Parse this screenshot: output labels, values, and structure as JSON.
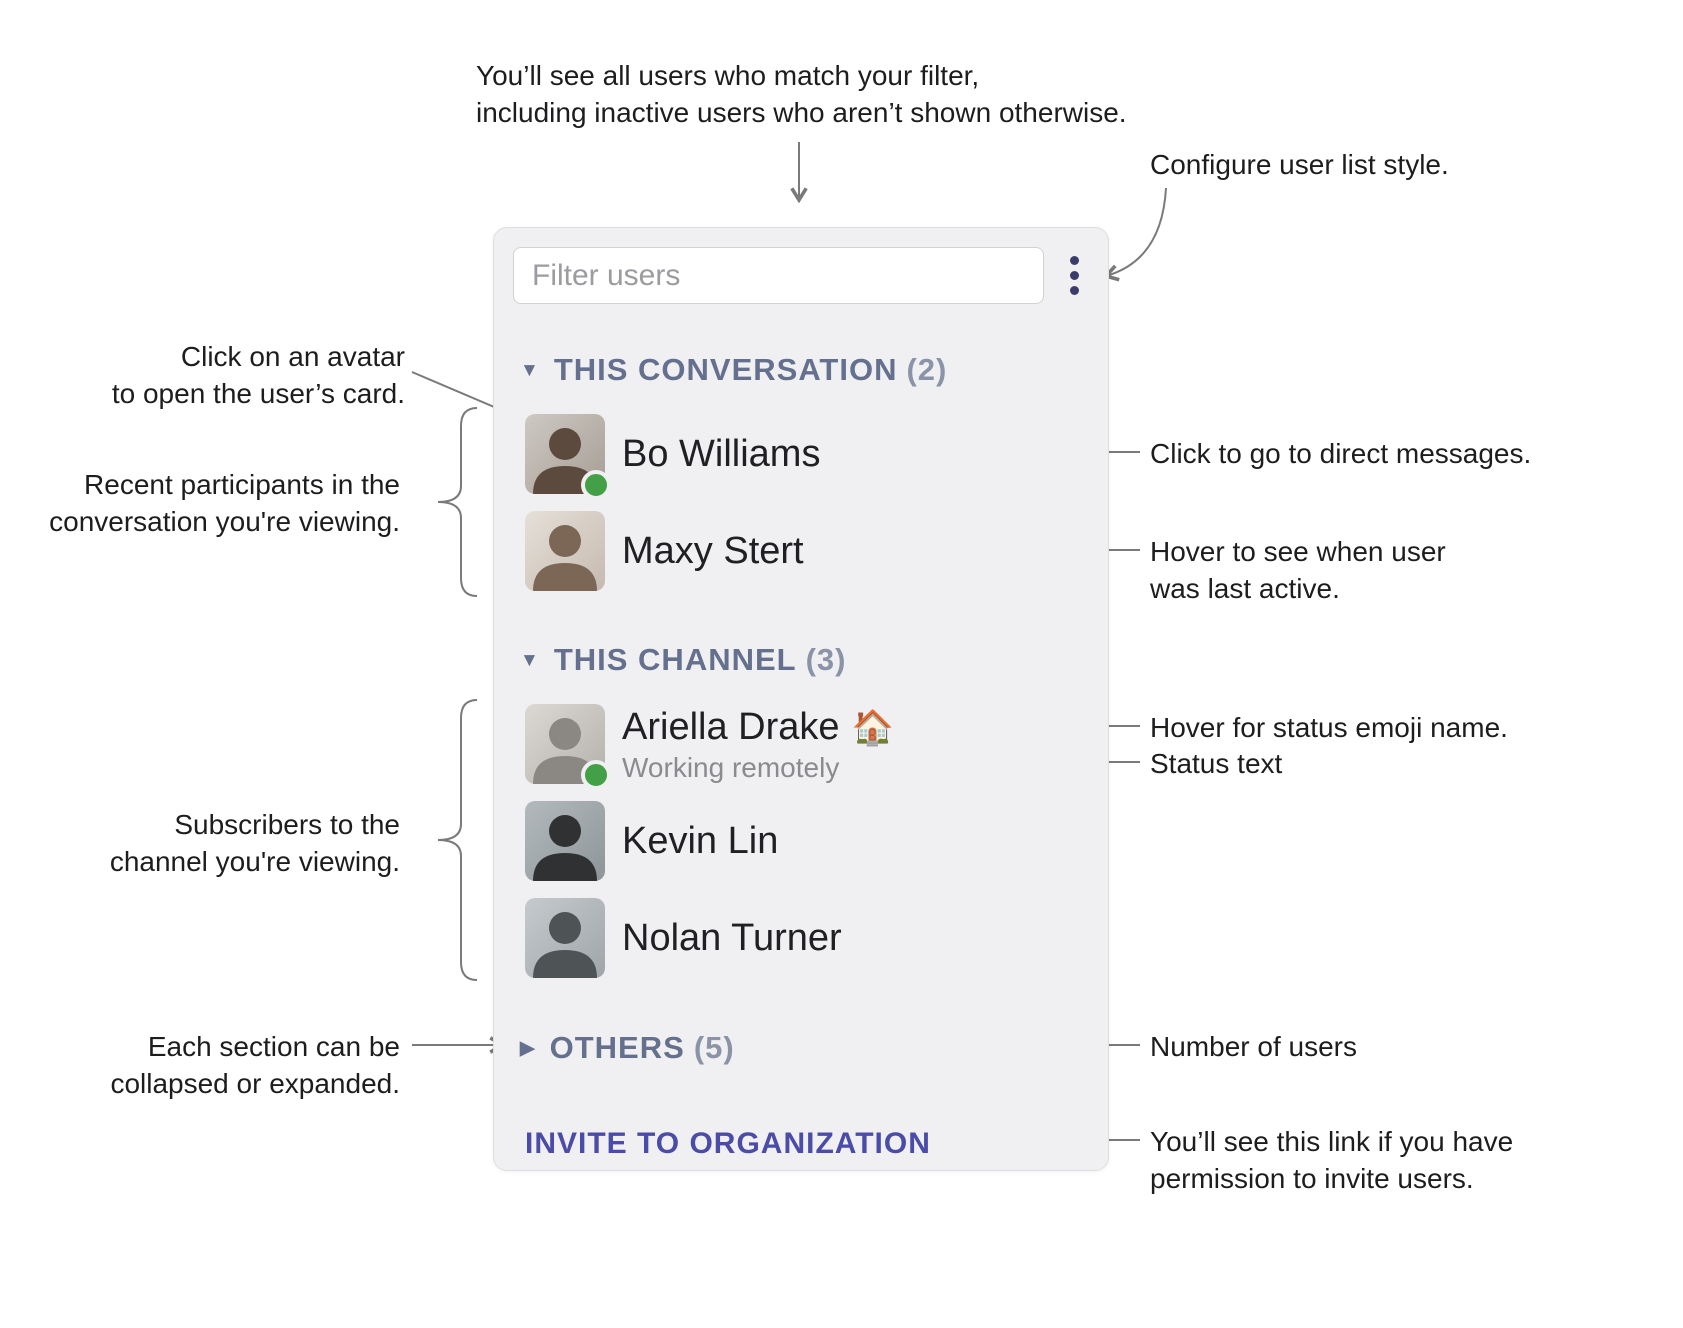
{
  "annotations": {
    "filter_note": "You’ll see all users who match your filter,\nincluding inactive users who aren’t shown otherwise.",
    "configure_note": "Configure user list style.",
    "avatar_note": "Click on an avatar\nto open the user’s card.",
    "participants_note": "Recent participants in the\nconversation you're viewing.",
    "dm_note": "Click to go to direct messages.",
    "last_active_note": "Hover to see when user\nwas last active.",
    "subscribers_note": "Subscribers to the\nchannel you're viewing.",
    "emoji_note": "Hover for status emoji name.",
    "status_note": "Status text",
    "collapse_note": "Each section can be\ncollapsed or expanded.",
    "count_note": "Number of users",
    "invite_note": "You’ll see this link if you have\npermission to invite users."
  },
  "panel": {
    "filter_placeholder": "Filter users",
    "menu_icon": "vertical-ellipsis-icon",
    "sections": [
      {
        "triangle": "▼",
        "label": "THIS CONVERSATION",
        "count": "(2)",
        "collapsed": false,
        "users": [
          {
            "name": "Bo Williams",
            "online": true
          },
          {
            "name": "Maxy Stert",
            "online": false
          }
        ]
      },
      {
        "triangle": "▼",
        "label": "THIS CHANNEL",
        "count": "(3)",
        "collapsed": false,
        "users": [
          {
            "name": "Ariella Drake",
            "status_emoji": "🏠",
            "status": "Working remotely",
            "online": true
          },
          {
            "name": "Kevin Lin",
            "online": false
          },
          {
            "name": "Nolan Turner",
            "online": false
          }
        ]
      },
      {
        "triangle": "▶",
        "label": "OTHERS",
        "count": "(5)",
        "collapsed": true,
        "users": []
      }
    ],
    "invite_link": "INVITE TO ORGANIZATION"
  },
  "colors": {
    "section_header": "#64708d",
    "invite_link": "#4b4ba8",
    "presence_online": "#43a047",
    "annotation_line": "#7a7a7a",
    "panel_background": "#f0f0f2"
  }
}
